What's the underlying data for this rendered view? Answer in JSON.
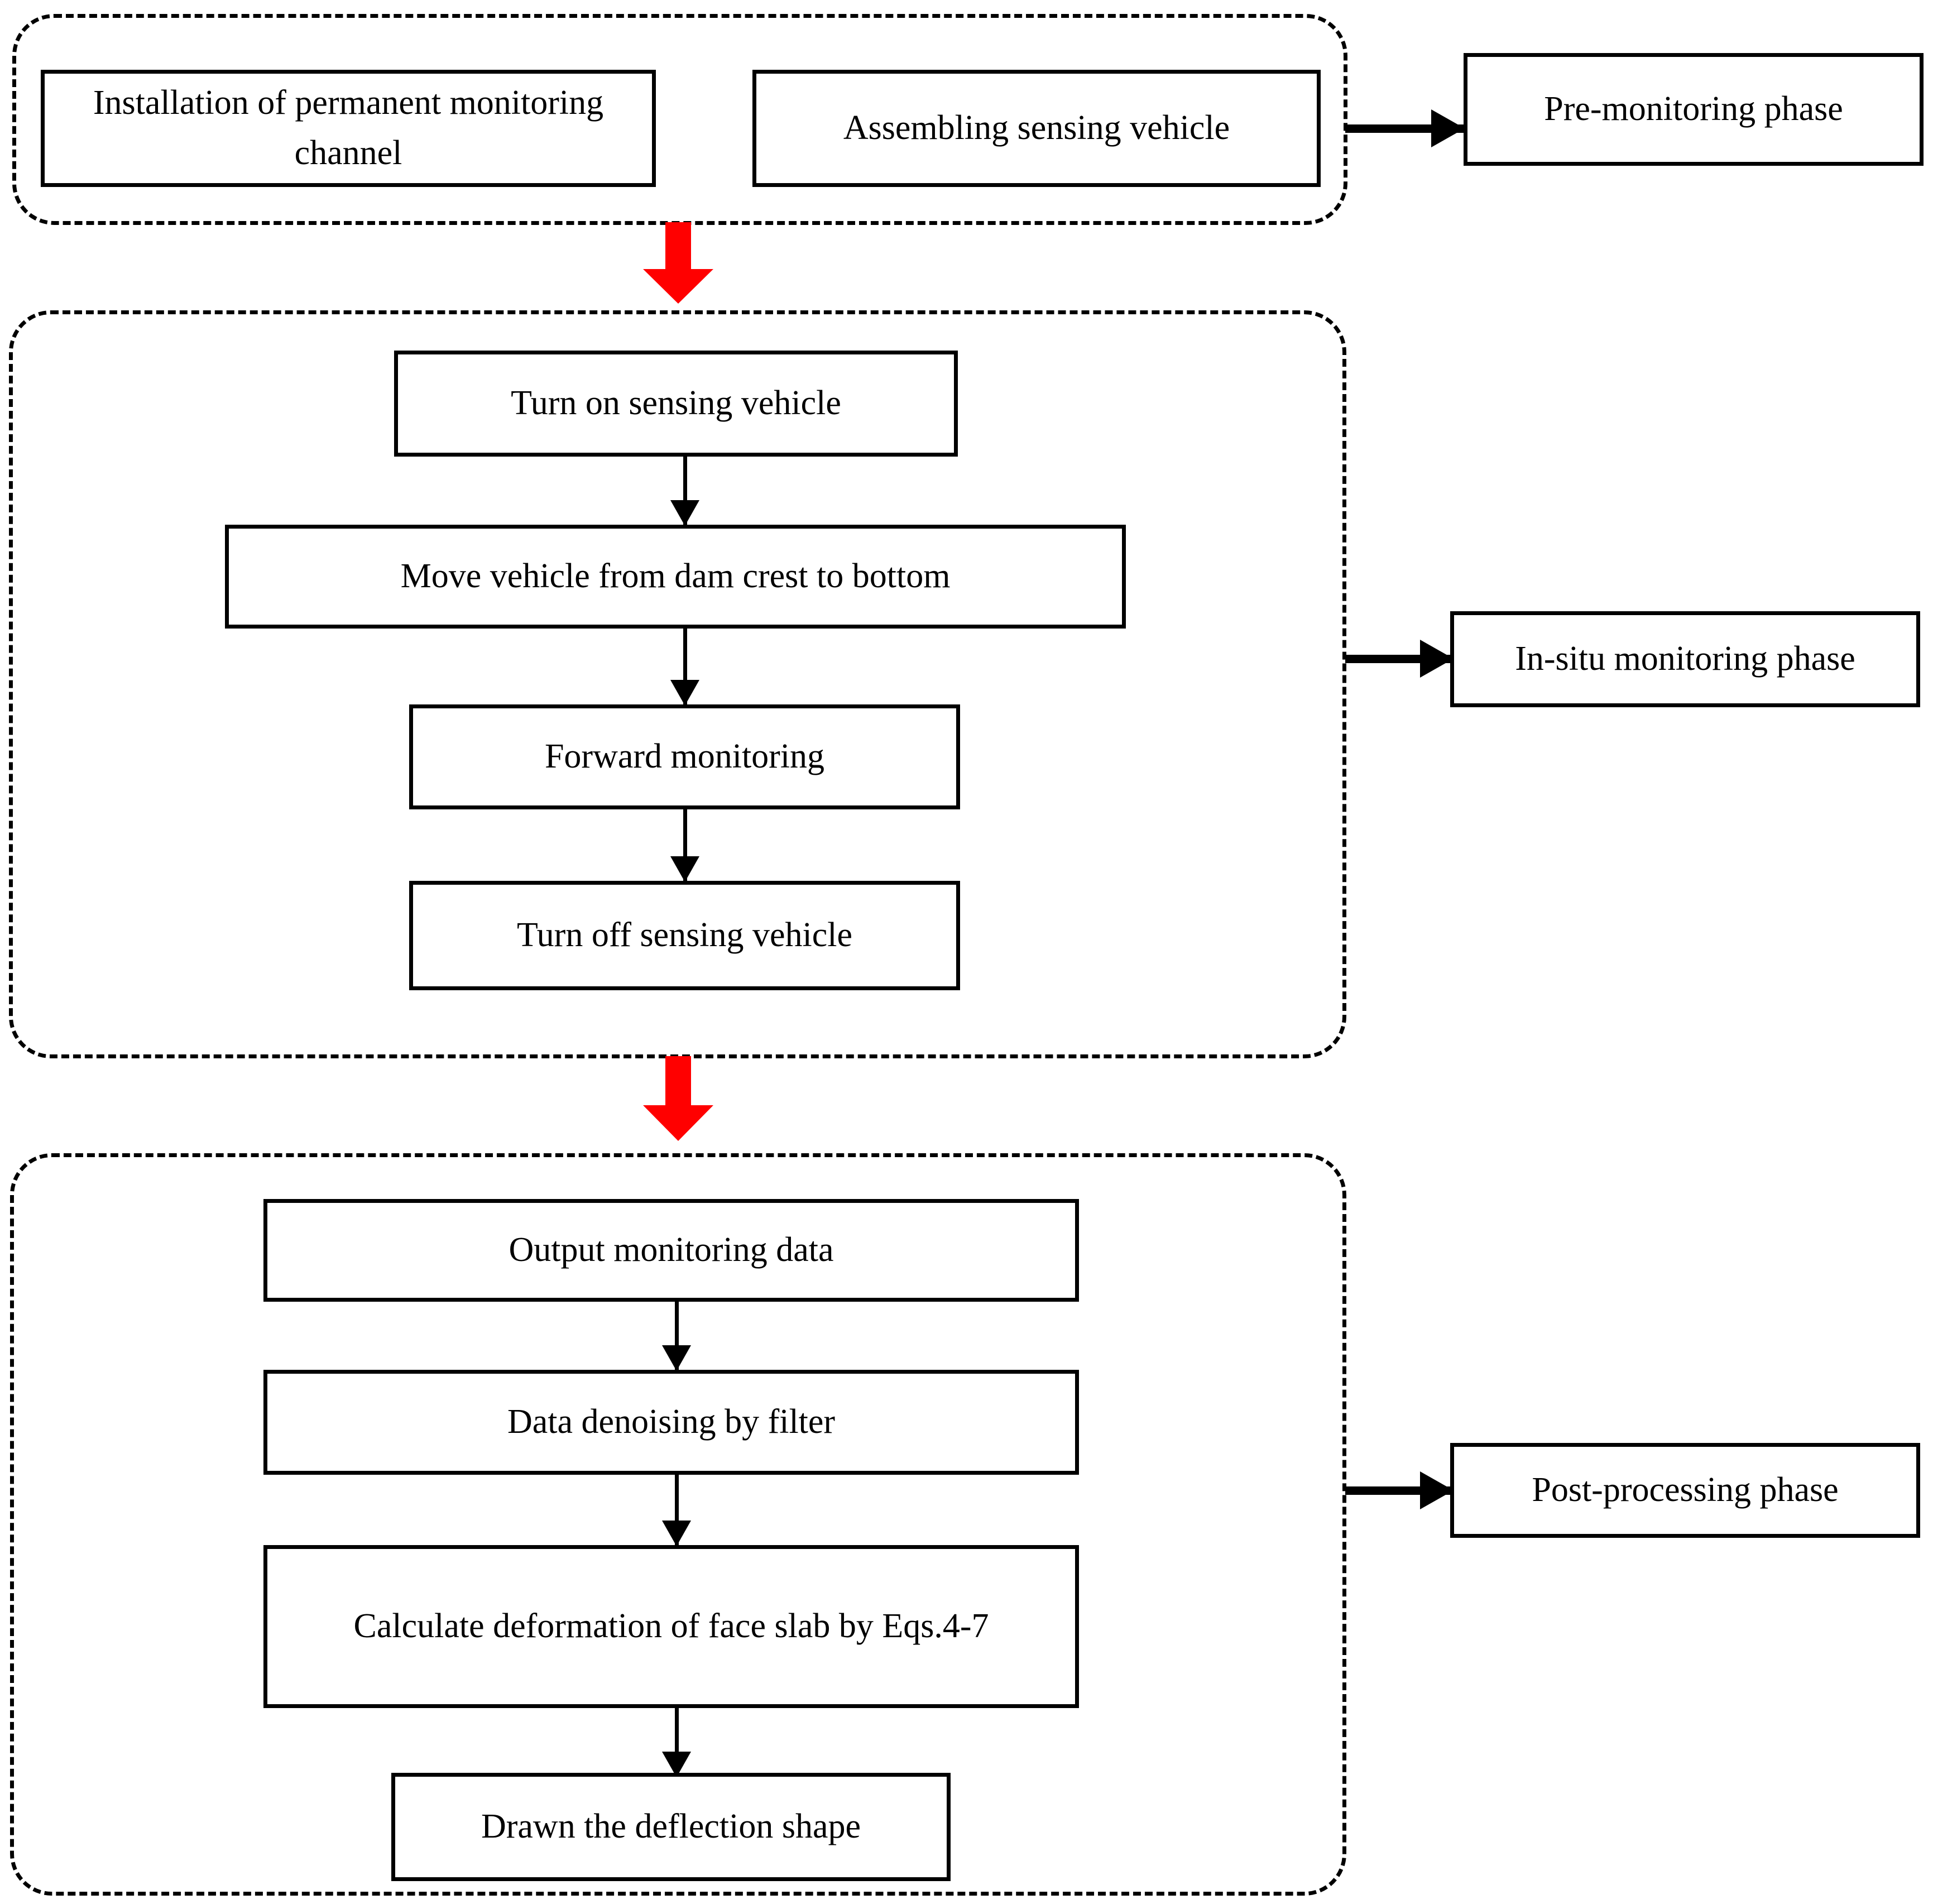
{
  "figure": {
    "type": "flowchart",
    "accent_red": "#FF0000",
    "line_color": "#000000",
    "background": "#FFFFFF"
  },
  "phases": [
    {
      "id": "pre-monitoring",
      "label": "Pre-monitoring phase",
      "steps": [
        "Installation of  permanent monitoring channel",
        "Assembling sensing vehicle"
      ]
    },
    {
      "id": "in-situ-monitoring",
      "label": "In-situ monitoring phase",
      "steps": [
        "Turn on sensing vehicle",
        "Move vehicle from dam crest to bottom",
        "Forward monitoring",
        "Turn off sensing vehicle"
      ]
    },
    {
      "id": "post-processing",
      "label": "Post-processing phase",
      "steps": [
        "Output monitoring data",
        "Data denoising by filter",
        "Calculate deformation of face slab by Eqs.4-7",
        "Drawn the deflection shape"
      ]
    }
  ],
  "nodes": {
    "install_channel": "Installation of  permanent monitoring channel",
    "assemble_vehicle": "Assembling sensing vehicle",
    "pre_monitoring_phase": "Pre-monitoring phase",
    "turn_on": "Turn on sensing vehicle",
    "move_vehicle": "Move vehicle from dam crest to bottom",
    "forward_monitoring": "Forward monitoring",
    "turn_off": "Turn off sensing vehicle",
    "insitu_phase": "In-situ monitoring phase",
    "output_data": "Output monitoring data",
    "denoise": "Data denoising by filter",
    "calculate": "Calculate deformation of face slab by Eqs.4-7",
    "draw_shape": "Drawn the deflection shape",
    "post_phase": "Post-processing phase"
  }
}
